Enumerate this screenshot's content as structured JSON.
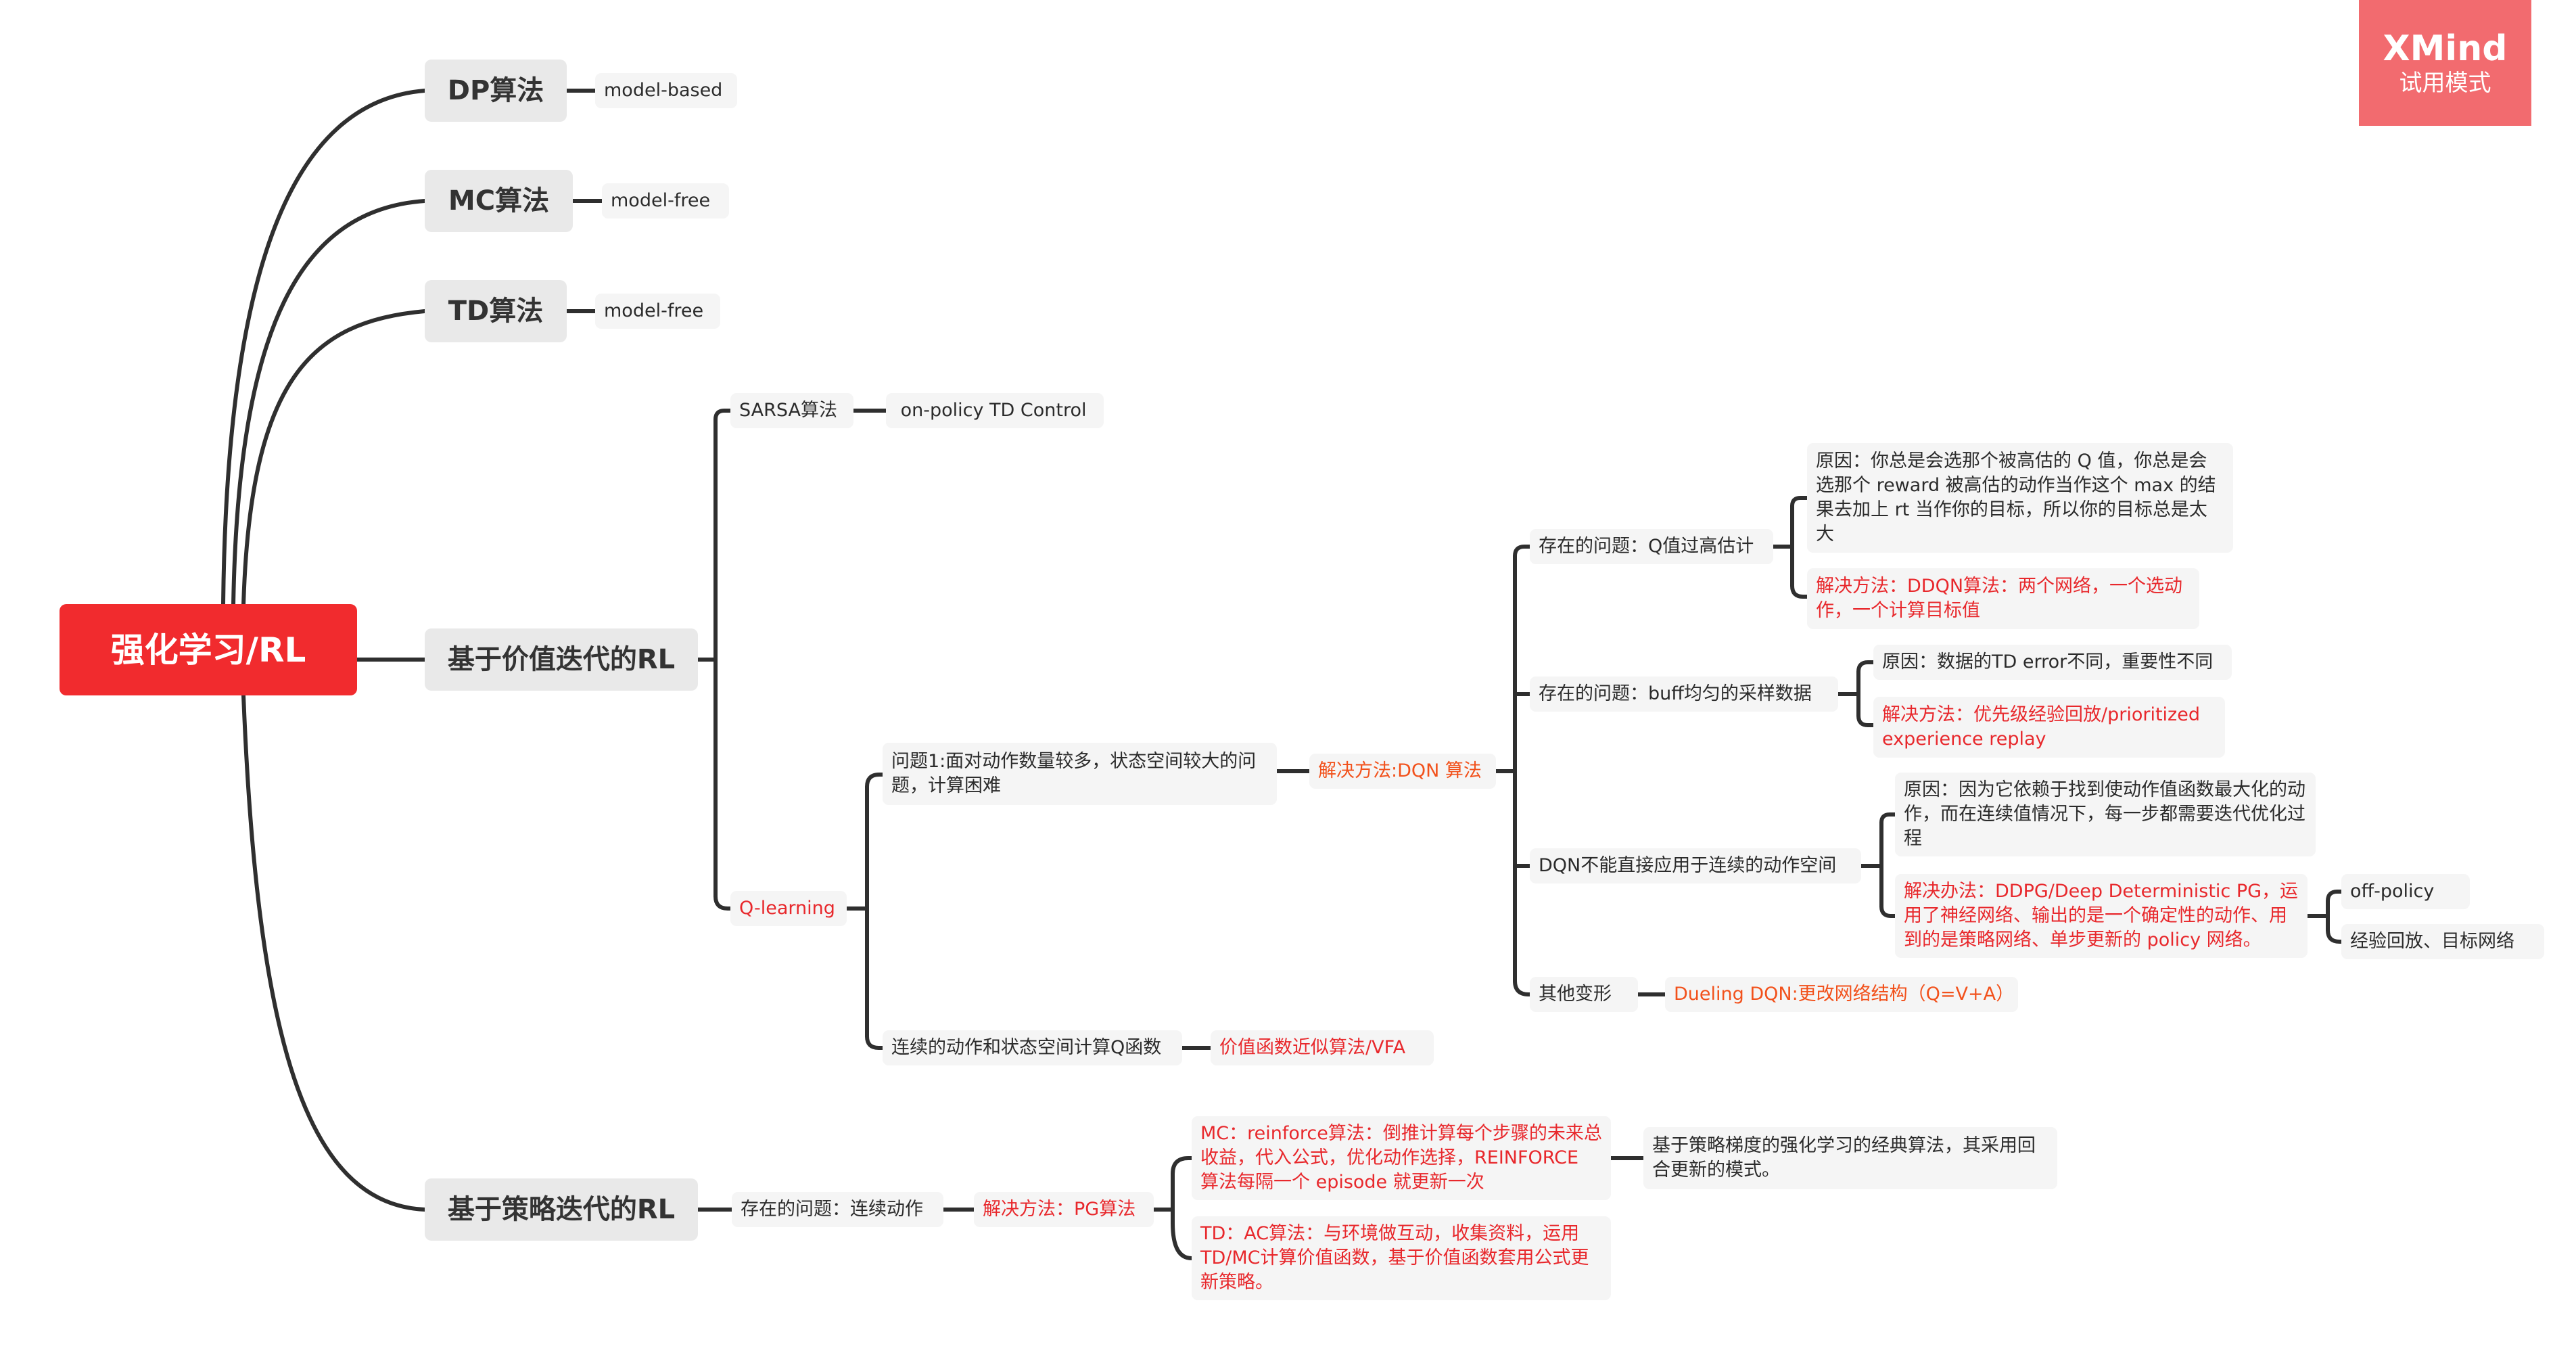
{
  "watermark": {
    "brand": "XMind",
    "mode": "试用模式"
  },
  "colors": {
    "root": "#f12b2e",
    "accent_red": "#e8282c",
    "accent_orange": "#f2511b",
    "line": "#2f2f2f"
  },
  "root": "强化学习/RL",
  "branches": {
    "dp": {
      "label": "DP算法",
      "note": "model-based"
    },
    "mc": {
      "label": "MC算法",
      "note": "model-free"
    },
    "td": {
      "label": "TD算法",
      "note": "model-free"
    },
    "value_based": {
      "label": "基于价值迭代的RL",
      "sarsa": {
        "label": "SARSA算法",
        "note": " on-policy TD Control"
      },
      "qlearning": {
        "label": "Q-learning",
        "problem1": "问题1:面对动作数量较多，状态空间较大的问题，计算困难",
        "dqn": "解决方法:DQN 算法",
        "overest": {
          "label": "存在的问题：Q值过高估计",
          "reason": "原因：你总是会选那个被高估的 Q 值，你总是会选那个 reward 被高估的动作当作这个 max 的结果去加上 rt 当作你的目标，所以你的目标总是太大",
          "solution": "解决方法：DDQN算法：两个网络，一个选动作，一个计算目标值"
        },
        "buffer": {
          "label": "存在的问题：buff均匀的采样数据",
          "reason": "原因：数据的TD error不同，重要性不同",
          "solution": "解决方法：优先级经验回放/prioritized experience replay"
        },
        "continuous": {
          "label": "DQN不能直接应用于连续的动作空间",
          "reason": "原因：因为它依赖于找到使动作值函数最大化的动作，而在连续值情况下，每一步都需要迭代优化过程",
          "solution": "解决办法：DDPG/Deep Deterministic PG，运用了神经网络、输出的是一个确定性的动作、用到的是策略网络、单步更新的 policy 网络。",
          "notes": [
            "off-policy",
            "经验回放、目标网络"
          ]
        },
        "variants": {
          "label": "其他变形",
          "dueling": "Dueling DQN:更改网络结构（Q=V+A）"
        },
        "vfa": {
          "label": "连续的动作和状态空间计算Q函数",
          "solution": "价值函数近似算法/VFA"
        }
      }
    },
    "policy_based": {
      "label": "基于策略迭代的RL",
      "problem": "存在的问题：连续动作",
      "pg": "解决方法：PG算法",
      "mc": "MC：reinforce算法：倒推计算每个步骤的未来总收益，代入公式，优化动作选择，REINFORCE 算法每隔一个 episode 就更新一次",
      "mc_note": "基于策略梯度的强化学习的经典算法，其采用回合更新的模式。",
      "td": "TD：AC算法：与环境做互动，收集资料，运用TD/MC计算价值函数，基于价值函数套用公式更新策略。"
    }
  }
}
